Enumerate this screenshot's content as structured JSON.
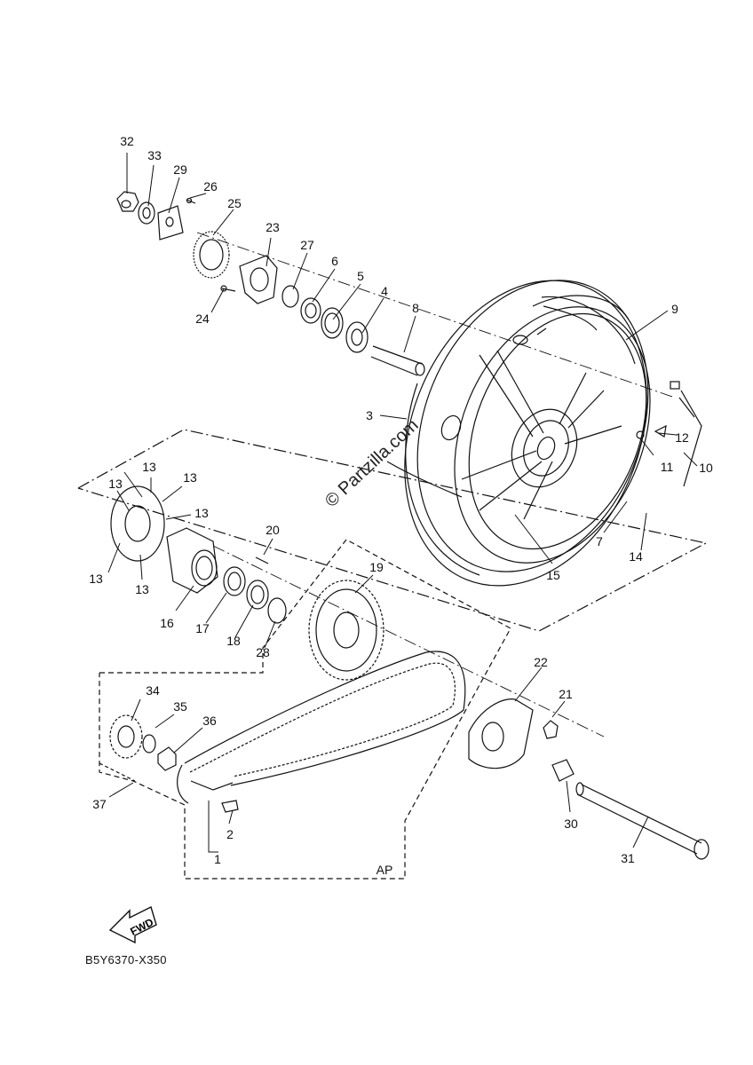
{
  "diagram": {
    "code": "B5Y6370-X350",
    "watermark": "© Partzilla.com",
    "fwd_label": "FWD",
    "ap_label": "AP",
    "callouts": [
      "1",
      "2",
      "3",
      "4",
      "5",
      "6",
      "7",
      "8",
      "9",
      "10",
      "11",
      "12",
      "13",
      "14",
      "15",
      "16",
      "17",
      "18",
      "19",
      "20",
      "21",
      "22",
      "23",
      "24",
      "25",
      "26",
      "27",
      "28",
      "29",
      "30",
      "31",
      "32",
      "33",
      "34",
      "35",
      "36",
      "37"
    ]
  }
}
